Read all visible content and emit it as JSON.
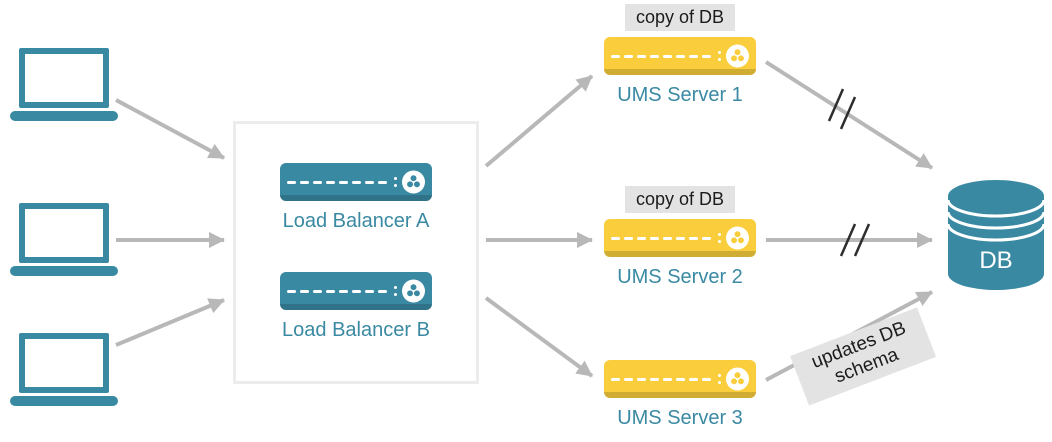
{
  "colors": {
    "teal": "#3a89a3",
    "yellow": "#f9cd3c",
    "arrow_gray": "#b8b8b8",
    "badge_bg": "#e3e3e3",
    "box_border": "#ececec",
    "slash_black": "#2e2e2e"
  },
  "load_balancer_box": {
    "items": [
      {
        "label": "Load Balancer A"
      },
      {
        "label": "Load Balancer B"
      }
    ]
  },
  "ums_servers": [
    {
      "label": "UMS Server 1",
      "badge": "copy of DB"
    },
    {
      "label": "UMS Server 2",
      "badge": "copy of DB"
    },
    {
      "label": "UMS Server 3"
    }
  ],
  "database": {
    "label": "DB"
  },
  "annotations": {
    "ums3_to_db": "updates DB schema"
  }
}
